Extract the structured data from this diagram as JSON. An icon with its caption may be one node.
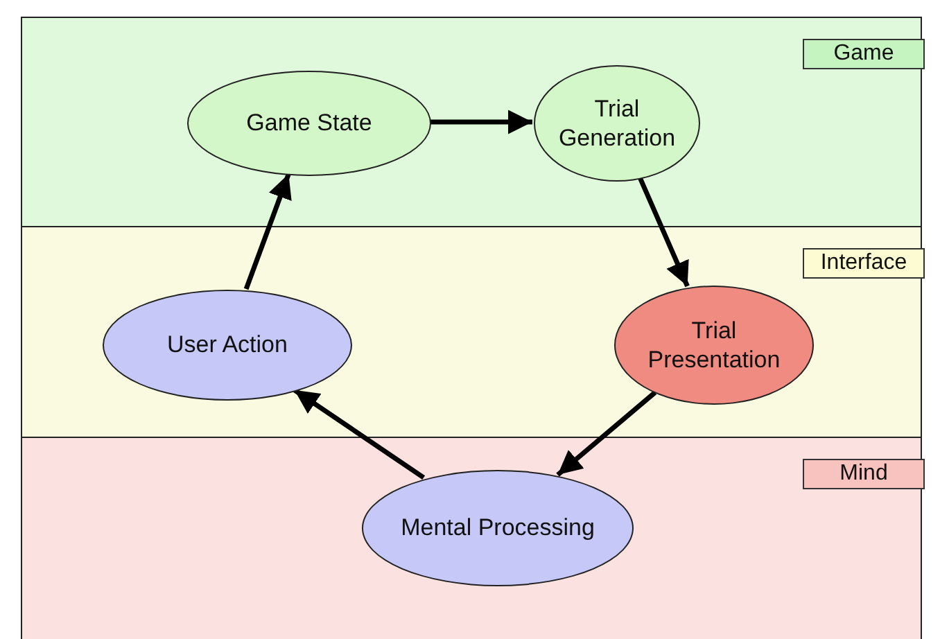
{
  "diagram": {
    "nodes": [
      {
        "text": [
          "Game"
        ]
      },
      {
        "text": [
          "Game State"
        ],
        "in": 0
      },
      {
        "text": [
          "Trial Generation"
        ],
        "in": 0
      },
      {
        "text": [
          "Interface"
        ]
      },
      {
        "text": [
          "User Action"
        ],
        "in": 3
      },
      {
        "text": [
          "Trial Presentation"
        ],
        "in": 3
      },
      {
        "text": [
          "Mind"
        ]
      },
      {
        "text": [
          "Mental Processing"
        ],
        "in": 6
      }
    ],
    "edges": [
      {
        "from": 1,
        "to": 2,
        "arrow": "to"
      },
      {
        "from": 2,
        "to": 5,
        "arrow": "to"
      },
      {
        "from": 5,
        "to": 7,
        "arrow": "to"
      },
      {
        "from": 7,
        "to": 4,
        "arrow": "to"
      },
      {
        "from": 4,
        "to": 1,
        "arrow": "to"
      }
    ]
  }
}
